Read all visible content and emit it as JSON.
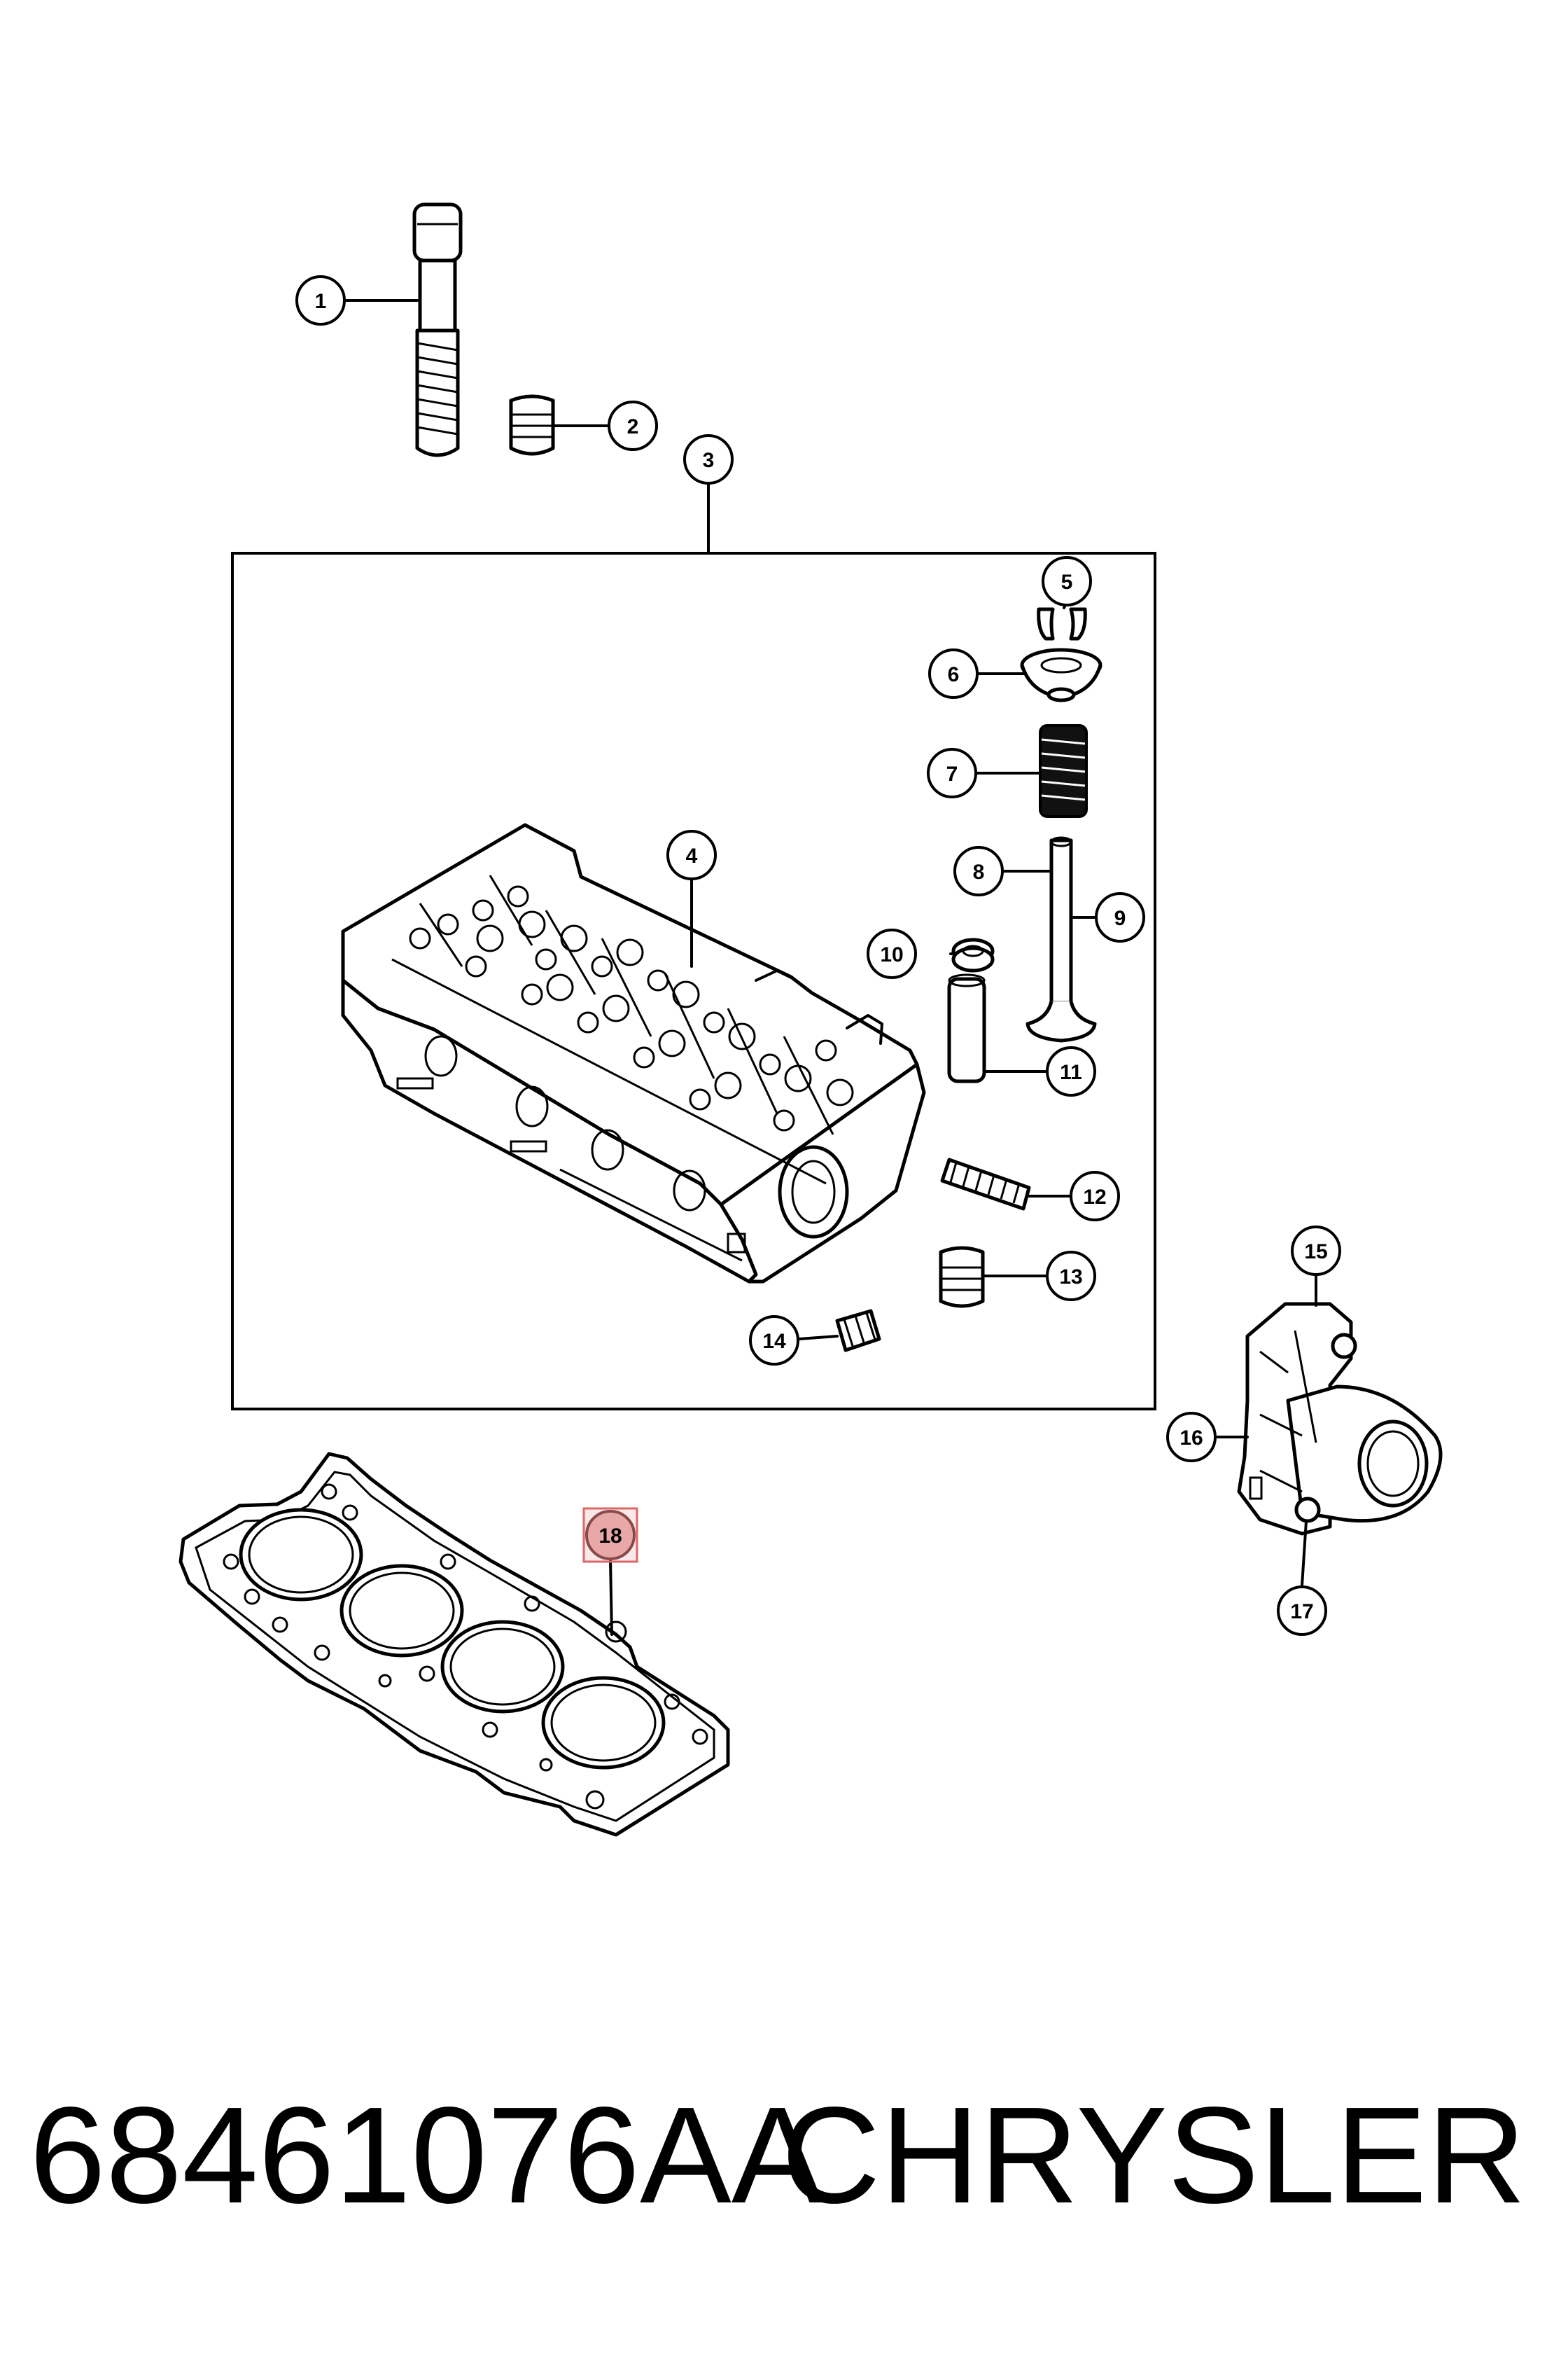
{
  "callouts": {
    "c1": "1",
    "c2": "2",
    "c3": "3",
    "c4": "4",
    "c5": "5",
    "c6": "6",
    "c7": "7",
    "c8": "8",
    "c9": "9",
    "c10": "10",
    "c11": "11",
    "c12": "12",
    "c13": "13",
    "c14": "14",
    "c15": "15",
    "c16": "16",
    "c17": "17",
    "c18": "18"
  },
  "highlighted_callout": "18",
  "footer": {
    "part_number": "68461076AA",
    "brand": "CHRYSLER"
  }
}
